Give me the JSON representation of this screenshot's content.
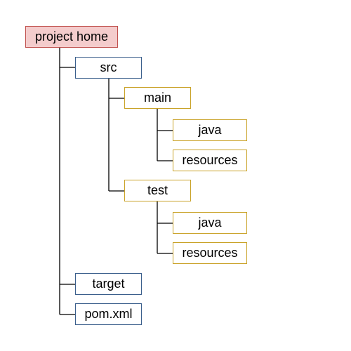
{
  "tree": {
    "root": "project home",
    "src": "src",
    "main": "main",
    "main_java": "java",
    "main_resources": "resources",
    "test": "test",
    "test_java": "java",
    "test_resources": "resources",
    "target": "target",
    "pom": "pom.xml"
  },
  "colors": {
    "root_fill": "#f4cccc",
    "root_border": "#c0504d",
    "directory_border": "#3b5f8c",
    "subdirectory_border": "#c9a227",
    "connector": "#000000"
  }
}
